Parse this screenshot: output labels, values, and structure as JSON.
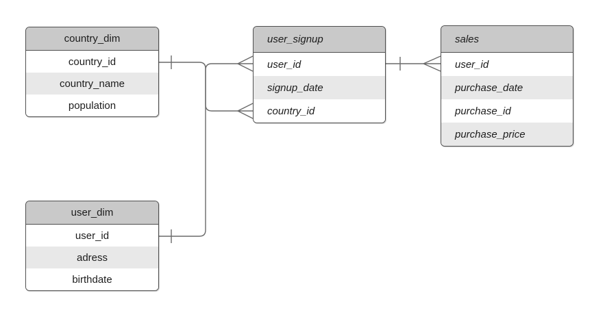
{
  "diagram": {
    "type": "entity-relationship",
    "notation": "crows-foot",
    "colors": {
      "background": "#ffffff",
      "header_fill": "#c9c9c9",
      "row_fill": "#ffffff",
      "row_alt_fill": "#e8e8e8",
      "border": "#4e4e4e",
      "connector": "#6a6a6a",
      "text": "#1c1c1c"
    },
    "tables": [
      {
        "name": "country_dim",
        "columns": [
          "country_id",
          "country_name",
          "population"
        ]
      },
      {
        "name": "user_dim",
        "columns": [
          "user_id",
          "adress",
          "birthdate"
        ]
      },
      {
        "name": "user_signup",
        "columns": [
          "user_id",
          "signup_date",
          "country_id"
        ]
      },
      {
        "name": "sales",
        "columns": [
          "user_id",
          "purchase_date",
          "purchase_id",
          "purchase_price"
        ]
      }
    ],
    "relationships": [
      {
        "from": "country_dim.country_id",
        "to": "user_signup.country_id",
        "from_cardinality": "one",
        "to_cardinality": "many"
      },
      {
        "from": "user_dim.user_id",
        "to": "user_signup.user_id",
        "from_cardinality": "one",
        "to_cardinality": "many"
      },
      {
        "from": "user_signup.user_id",
        "to": "sales.user_id",
        "from_cardinality": "one",
        "to_cardinality": "many"
      }
    ]
  }
}
